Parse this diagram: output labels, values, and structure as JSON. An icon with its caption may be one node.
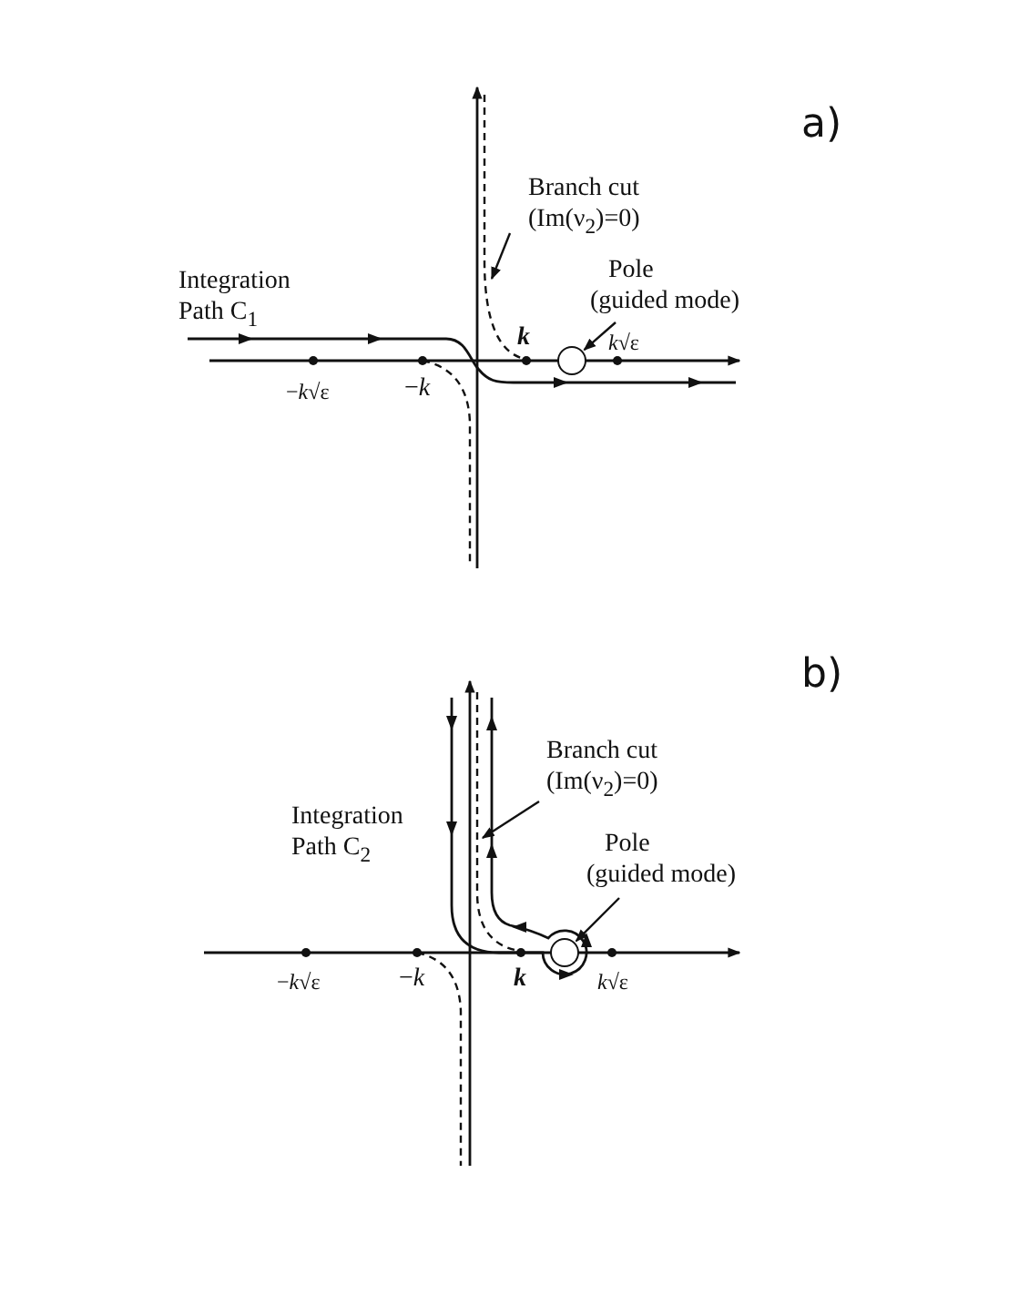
{
  "diagram": {
    "nodes": [
      {
        "text": [
          "Branch cut (Im(ν$_{2}$)=0)"
        ]
      },
      {
        "text": [
          "Pole",
          "(guided mode)"
        ]
      },
      {
        "text": [],
        "shape": "circle"
      },
      {
        "text": [
          "Branch cut (Im(ν$_{2}$)=0)"
        ]
      },
      {
        "text": [
          "Pole",
          "(guided mode)"
        ]
      },
      {
        "text": [],
        "shape": "circle"
      }
    ],
    "edges": [
      {
        "from": 0,
        "to": null,
        "arrow": "to"
      },
      {
        "from": 1,
        "to": 2,
        "arrow": "to"
      },
      {
        "from": 3,
        "to": null,
        "arrow": "to"
      },
      {
        "from": 4,
        "to": 5,
        "arrow": "to"
      }
    ],
    "labels": [
      "a)",
      "Integration Path C$_{1}$",
      "k",
      "*k*√ε",
      "−*k*√ε",
      "−*k*",
      "b)",
      "Integration Path C$_{2}$",
      "−*k*√ε",
      "−*k*",
      "k",
      "*k*√ε"
    ]
  }
}
